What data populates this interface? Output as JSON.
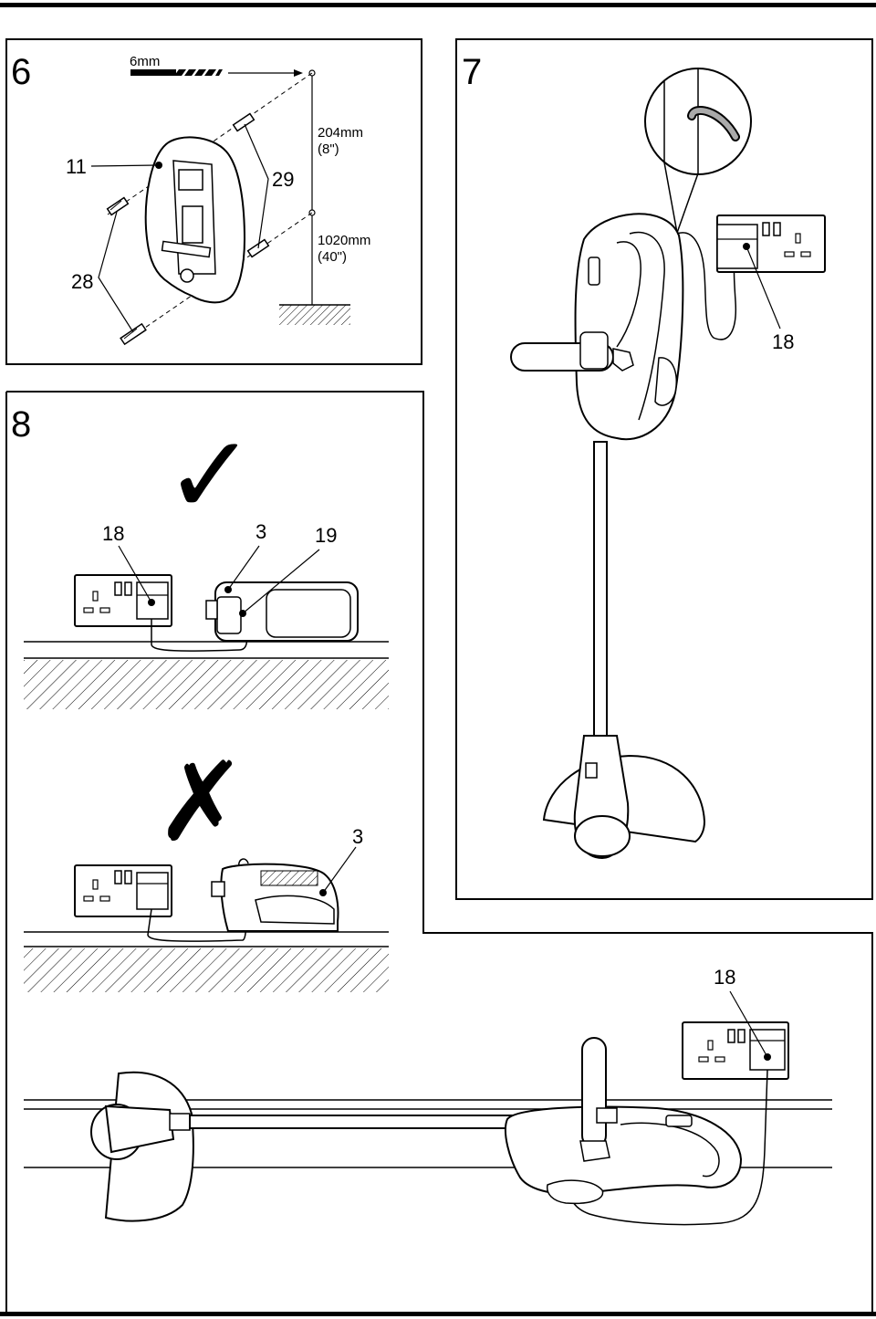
{
  "panels": {
    "p6": {
      "number": "6",
      "bit_label": "6mm",
      "dim_upper": "204mm",
      "dim_upper_in": "(8\")",
      "dim_lower": "1020mm",
      "dim_lower_in": "(40\")",
      "callouts": {
        "bracket": "11",
        "plugs": "29",
        "screws": "28"
      }
    },
    "p7": {
      "number": "7",
      "callouts": {
        "charger": "18"
      }
    },
    "p8": {
      "number": "8",
      "correct_mark": "✓",
      "wrong_mark": "✗",
      "callouts": {
        "charger": "18",
        "tool": "3",
        "cable": "19",
        "tool_wrong": "3"
      }
    },
    "p9": {
      "callouts": {
        "charger": "18"
      }
    }
  }
}
